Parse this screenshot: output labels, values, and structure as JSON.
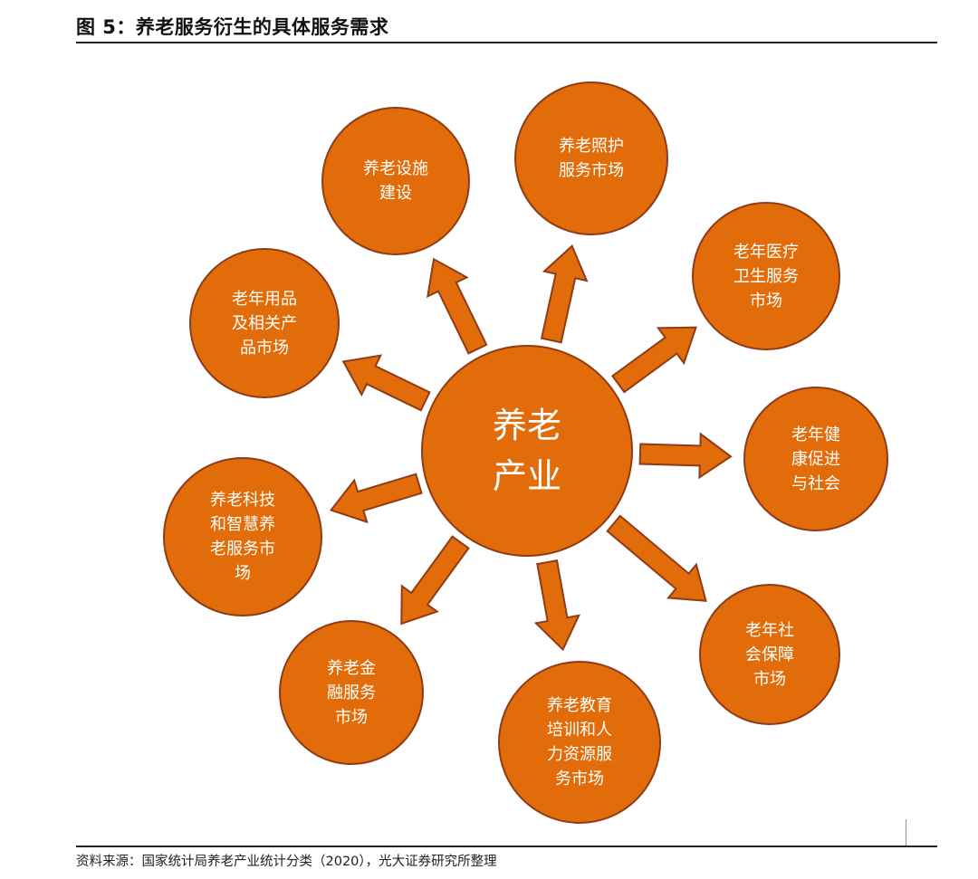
{
  "title": "图 5：养老服务衍生的具体服务需求",
  "source": "资料来源：国家统计局养老产业统计分类（2020），光大证券研究所整理",
  "colors": {
    "fill": "#E36C0A",
    "stroke": "#8E3B17",
    "text": "#FFFFFF"
  },
  "center": {
    "lines": [
      "养老",
      "产业"
    ]
  },
  "nodes": [
    {
      "id": "facility",
      "lines": [
        "养老设施",
        "建设"
      ]
    },
    {
      "id": "care",
      "lines": [
        "养老照护",
        "服务市场"
      ]
    },
    {
      "id": "medical",
      "lines": [
        "老年医疗",
        "卫生服务",
        "市场"
      ]
    },
    {
      "id": "health",
      "lines": [
        "老年健",
        "康促进",
        "与社会"
      ]
    },
    {
      "id": "security",
      "lines": [
        "老年社",
        "会保障",
        "市场"
      ]
    },
    {
      "id": "education",
      "lines": [
        "养老教育",
        "培训和人",
        "力资源服",
        "务市场"
      ]
    },
    {
      "id": "finance",
      "lines": [
        "养老金",
        "融服务",
        "市场"
      ]
    },
    {
      "id": "tech",
      "lines": [
        "养老科技",
        "和智慧养",
        "老服务市",
        "场"
      ]
    },
    {
      "id": "products",
      "lines": [
        "老年用品",
        "及相关产",
        "品市场"
      ]
    }
  ]
}
